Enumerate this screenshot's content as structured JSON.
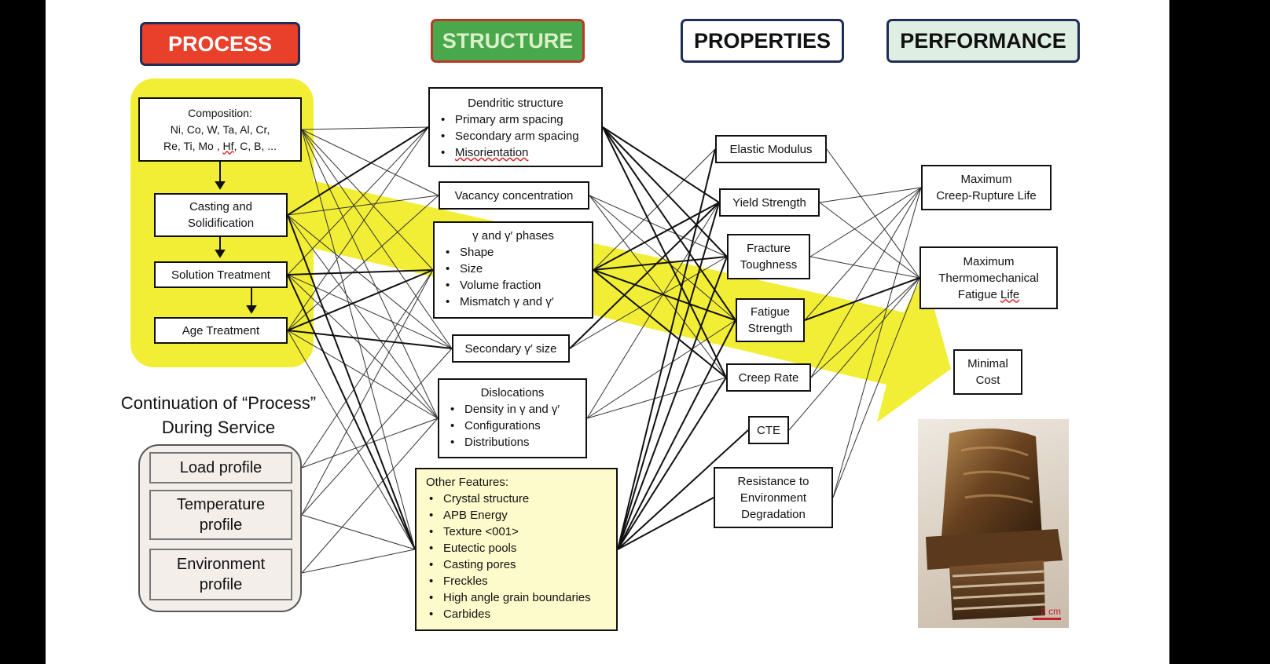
{
  "headers": {
    "process": "PROCESS",
    "structure": "STRUCTURE",
    "properties": "PROPERTIES",
    "performance": "PERFORMANCE"
  },
  "colors": {
    "process_fill": "#e8402a",
    "structure_fill": "#49a84c",
    "structure_text": "#d9f0c8",
    "performance_fill": "#dfeee3",
    "header_border": "#1f2d57",
    "highlight_yellow": "#f2ee36",
    "other_features_fill": "#fdfbcb"
  },
  "process": {
    "composition": {
      "title": "Composition:",
      "line1": "Ni, Co,  W, Ta,  Al,  Cr,",
      "line2_a": "Re, Ti, Mo , ",
      "line2_hf": "Hf",
      "line2_b": ", C, B, ..."
    },
    "casting": {
      "line1": "Casting and",
      "line2": "Solidification"
    },
    "solution": "Solution Treatment",
    "age": "Age Treatment"
  },
  "service": {
    "caption_line1": "Continuation of “Process”",
    "caption_line2": "During Service",
    "load": "Load profile",
    "temperature": {
      "line1": "Temperature",
      "line2": "profile"
    },
    "environment": {
      "line1": "Environment",
      "line2": "profile"
    }
  },
  "structure": {
    "dendritic": {
      "title": "Dendritic structure",
      "items": [
        "Primary arm spacing",
        "Secondary arm spacing",
        "Misorientation"
      ]
    },
    "vacancy": "Vacancy concentration",
    "phases": {
      "title": "γ  and γ′ phases",
      "items": [
        "Shape",
        "Size",
        "Volume fraction",
        "Mismatch γ  and γ′"
      ]
    },
    "secondary": "Secondary γ′ size",
    "dislocations": {
      "title": "Dislocations",
      "items": [
        "Density in γ  and γ′",
        "Configurations",
        "Distributions"
      ]
    },
    "other": {
      "title": "Other Features:",
      "items": [
        "Crystal structure",
        "APB Energy",
        "Texture <001>",
        "Eutectic pools",
        "Casting pores",
        "Freckles",
        "High angle grain boundaries",
        "Carbides"
      ]
    }
  },
  "properties": {
    "elastic": "Elastic Modulus",
    "yield": "Yield Strength",
    "fracture": {
      "line1": "Fracture",
      "line2": "Toughness"
    },
    "fatigue": {
      "line1": "Fatigue",
      "line2": "Strength"
    },
    "creep": "Creep Rate",
    "cte": "CTE",
    "resistance": {
      "line1": "Resistance to",
      "line2": "Environment",
      "line3": "Degradation"
    }
  },
  "performance": {
    "creep_life": {
      "line1": "Maximum",
      "line2": "Creep-Rupture Life"
    },
    "thermo": {
      "line1": "Maximum",
      "line2": "Thermomechanical",
      "line3_a": "Fatigue ",
      "line3_b": "Life"
    },
    "cost": {
      "line1": "Minimal",
      "line2": "Cost"
    }
  },
  "photo": {
    "scale_label": "2 cm"
  }
}
